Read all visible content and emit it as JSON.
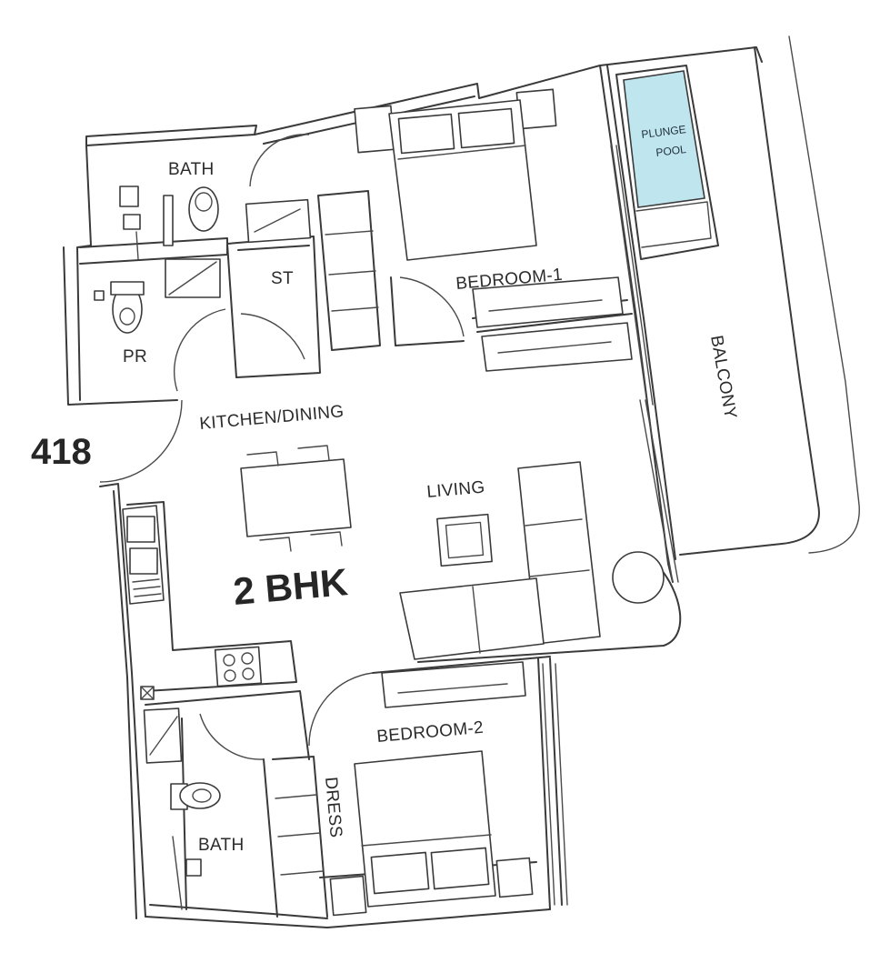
{
  "unit_number": "418",
  "unit_type": "2 BHK",
  "rooms": {
    "bath_top": "BATH",
    "pr": "PR",
    "st": "ST",
    "bedroom_1": "BEDROOM-1",
    "kitchen_dining": "KITCHEN/DINING",
    "living": "LIVING",
    "balcony": "BALCONY",
    "bedroom_2": "BEDROOM-2",
    "dress": "DRESS",
    "bath_bottom": "BATH"
  },
  "plunge_pool": {
    "line1": "PLUNGE",
    "line2": "POOL"
  },
  "colors": {
    "wall": "#3a3a3a",
    "pool_fill": "#bfe6ef"
  }
}
